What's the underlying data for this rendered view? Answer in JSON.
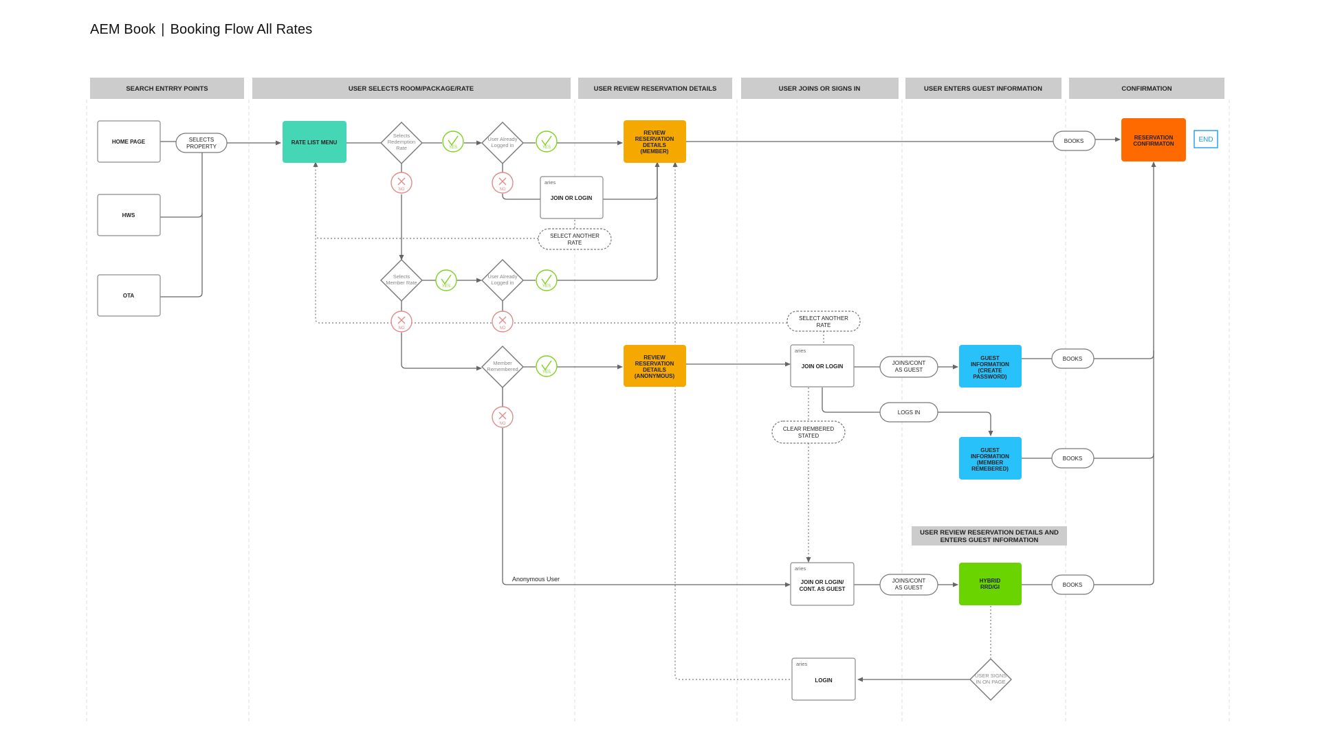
{
  "title": {
    "app": "AEM Book",
    "separator": "|",
    "name": "Booking Flow All Rates"
  },
  "lanes": [
    "SEARCH ENTRRY POINTS",
    "USER SELECTS ROOM/PACKAGE/RATE",
    "USER REVIEW RESERVATION DETAILS",
    "USER JOINS OR SIGNS IN",
    "USER ENTERS GUEST INFORMATION",
    "CONFIRMATION"
  ],
  "sub_lane": [
    "USER REVIEW RESERVATION DETAILS AND",
    "ENTERS GUEST INFORMATION"
  ],
  "entry_points": [
    "HOME PAGE",
    "HWS",
    "OTA"
  ],
  "pills": {
    "selects_property": [
      "SELECTS",
      "PROPERTY"
    ],
    "select_another_rate_1": [
      "SELECT ANOTHER",
      "RATE"
    ],
    "select_another_rate_2": [
      "SELECT ANOTHER",
      "RATE"
    ],
    "clear_remembered": [
      "CLEAR REMBERED",
      "STATED"
    ],
    "joins_cont_1": [
      "JOINS/CONT",
      "AS GUEST"
    ],
    "joins_cont_2": [
      "JOINS/CONT",
      "AS GUEST"
    ],
    "logs_in": [
      "LOGS IN"
    ],
    "books": "BOOKS"
  },
  "decisions": {
    "redemption": [
      "Selects",
      "Redemption",
      "Rate"
    ],
    "logged_in_1": [
      "User Already",
      "Logged in"
    ],
    "member_rate": [
      "Selects",
      "Member Rate"
    ],
    "logged_in_2": [
      "User Already",
      "Logged in"
    ],
    "member_remembered": [
      "Member",
      "Remembered"
    ],
    "signs_in_page": [
      "USER SIGNS",
      "IN ON PAGE"
    ]
  },
  "outcomes": {
    "yes": "YES",
    "no": "NO"
  },
  "colored_nodes": {
    "rate_list": {
      "lines": [
        "RATE LIST MENU"
      ],
      "color": "#45d6b5"
    },
    "review_member": {
      "lines": [
        "REVIEW",
        "RESERVATION",
        "DETAILS",
        "(MEMBER)"
      ],
      "color": "#f5a900"
    },
    "review_anon": {
      "lines": [
        "REVIEW",
        "RESERVATION",
        "DETAILS",
        "(ANONYMOUS)"
      ],
      "color": "#f5a900"
    },
    "confirmation": {
      "lines": [
        "RESERVATION",
        "CONFIRMATON"
      ],
      "color": "#ff6a00"
    },
    "guest_create": {
      "lines": [
        "GUEST",
        "INFORMATION",
        "(CREATE",
        "PASSWORD)"
      ],
      "color": "#29c1fa"
    },
    "guest_member": {
      "lines": [
        "GUEST",
        "INFORMATION",
        "(MEMBER",
        "REMEBERED)"
      ],
      "color": "#29c1fa"
    },
    "hybrid": {
      "lines": [
        "HYBRID",
        "RRD/GI"
      ],
      "color": "#6ad400"
    }
  },
  "aries_nodes": {
    "tag": "aries",
    "join_login_1": [
      "JOIN OR LOGIN"
    ],
    "join_login_2": [
      "JOIN OR LOGIN"
    ],
    "join_login_guest": [
      "JOIN OR LOGIN/",
      "CONT. AS GUEST"
    ],
    "login": [
      "LOGIN"
    ]
  },
  "end_label": "END",
  "anonymous_label": "Anonymous User",
  "colors": {
    "lane_header": "#cccccc",
    "yes": "#7ed321",
    "no": "#e08a8a",
    "end": "#1a9bf0"
  }
}
